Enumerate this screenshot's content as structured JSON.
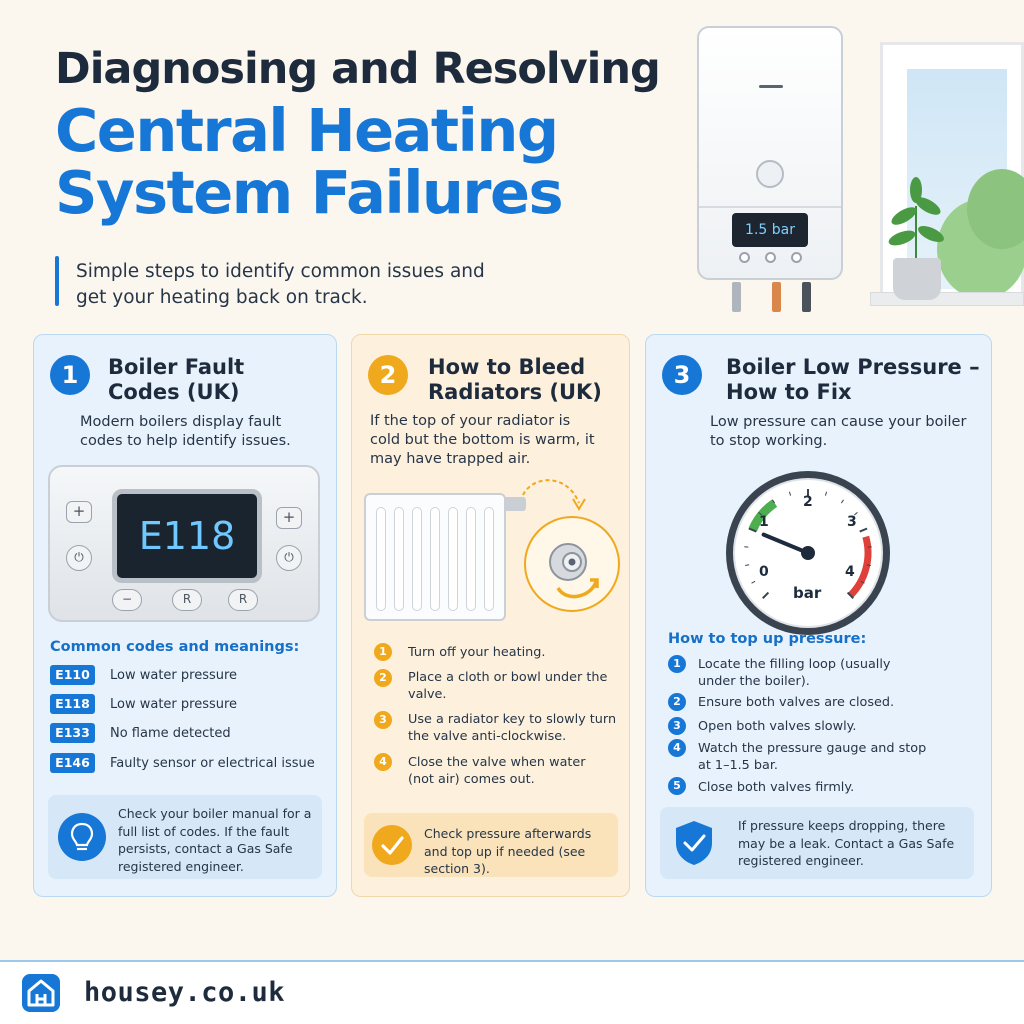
{
  "header": {
    "title_line1": "Diagnosing and Resolving",
    "title_line2": "Central Heating System Failures",
    "subtitle": "Simple steps to identify common issues and get your heating back on track."
  },
  "illustration": {
    "boiler_display": "1.5 bar"
  },
  "card1": {
    "number": "1",
    "title": "Boiler Fault Codes (UK)",
    "intro": "Modern boilers display fault codes to help identify issues.",
    "display_code": "E118",
    "plus_symbol": "+",
    "minus_symbol": "−",
    "power_symbol": "⏻",
    "reset_label": "R",
    "codes_heading": "Common codes and meanings:",
    "codes": [
      {
        "code": "E110",
        "meaning": "Low water pressure"
      },
      {
        "code": "E118",
        "meaning": "Low water pressure"
      },
      {
        "code": "E133",
        "meaning": "No flame detected"
      },
      {
        "code": "E146",
        "meaning": "Faulty sensor or electrical issue"
      }
    ],
    "tip": "Check your boiler manual for a full list of codes. If the fault persists, contact a Gas Safe registered engineer."
  },
  "card2": {
    "number": "2",
    "title": "How to Bleed Radiators (UK)",
    "intro": "If the top of your radiator is cold but the bottom is warm, it may have trapped air.",
    "steps": [
      "Turn off your heating.",
      "Place a cloth or bowl under the valve.",
      "Use a radiator key to slowly turn the valve anti-clockwise.",
      "Close the valve when water (not air) comes out."
    ],
    "tip": "Check pressure afterwards and top up if needed (see section 3)."
  },
  "card3": {
    "number": "3",
    "title": "Boiler Low Pressure – How to Fix",
    "intro": "Low pressure can cause your boiler to stop working.",
    "gauge": {
      "labels": [
        "0",
        "1",
        "2",
        "3",
        "4"
      ],
      "unit": "bar",
      "needle_value": 1,
      "min": 0,
      "max": 4
    },
    "steps_heading": "How to top up pressure:",
    "steps": [
      "Locate the filling loop (usually under the boiler).",
      "Ensure both valves are closed.",
      "Open both valves slowly.",
      "Watch the pressure gauge and stop at 1–1.5 bar.",
      "Close both valves firmly."
    ],
    "tip": "If pressure keeps dropping, there may be a leak. Contact a Gas Safe registered engineer."
  },
  "footer": {
    "brand": "housey.co.uk"
  },
  "colors": {
    "accent_blue": "#1677d6",
    "accent_amber": "#f0a81c",
    "gauge_red": "#e0403a",
    "gauge_green": "#4cae4f"
  }
}
